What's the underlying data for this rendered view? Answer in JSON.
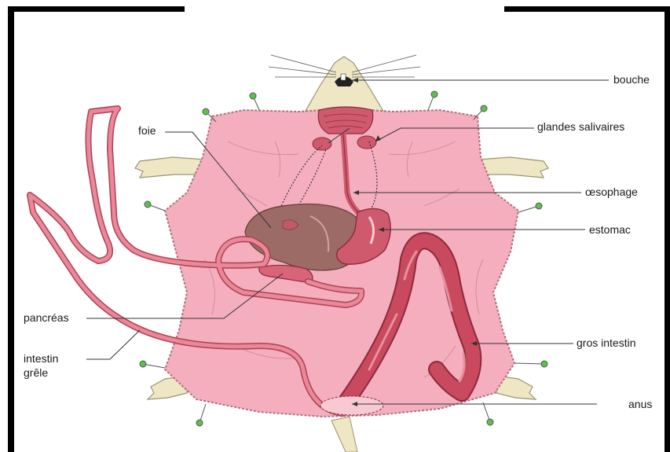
{
  "labels": {
    "bouche": "bouche",
    "glandes": "glandes salivaires",
    "oesophage": "œsophage",
    "estomac": "estomac",
    "foie": "foie",
    "pancreas": "pancréas",
    "intestin_line1": "intestin",
    "intestin_line2": "grêle",
    "gros_intestin": "gros intestin",
    "anus": "anus"
  },
  "colors": {
    "skin": "#f4aebe",
    "skin_edge": "#b0707c",
    "organ_red": "#cf5a6e",
    "organ_dark": "#a8344a",
    "liver": "#9d6b66",
    "fur": "#efe7c4",
    "pin": "#5cc04a",
    "leader": "#333333"
  }
}
